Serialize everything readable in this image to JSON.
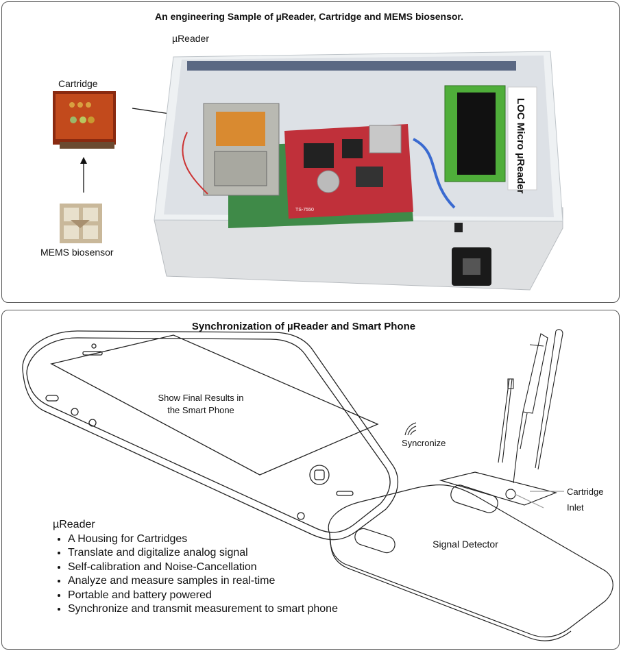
{
  "top_panel": {
    "title": "An engineering Sample of µReader, Cartridge and MEMS biosensor.",
    "labels": {
      "ureader": "µReader",
      "cartridge": "Cartridge",
      "mems": "MEMS biosensor",
      "lcd_sticker": "LOC Micro µReader",
      "board_marking": "TS-7550"
    }
  },
  "bottom_panel": {
    "title": "Synchronization of µReader and Smart Phone",
    "phone_screen_text_line1": "Show Final Results in",
    "phone_screen_text_line2": "the Smart Phone",
    "sync_label": "Syncronize",
    "detector_label": "Signal Detector",
    "cartridge_label": "Cartridge",
    "inlet_label": "Inlet",
    "features_heading": "µReader",
    "features": [
      "A Housing for Cartridges",
      "Translate and digitalize analog signal",
      "Self-calibration and Noise-Cancellation",
      "Analyze and measure samples in real-time",
      "Portable and battery powered",
      "Synchronize and transmit measurement to smart phone"
    ]
  },
  "colors": {
    "pcb_red": "#c0303a",
    "pcb_green": "#3d8a4a",
    "housing_gray": "#e4e6e8",
    "lcd_green": "#4fae3a",
    "cartridge_orange": "#b8401a"
  }
}
